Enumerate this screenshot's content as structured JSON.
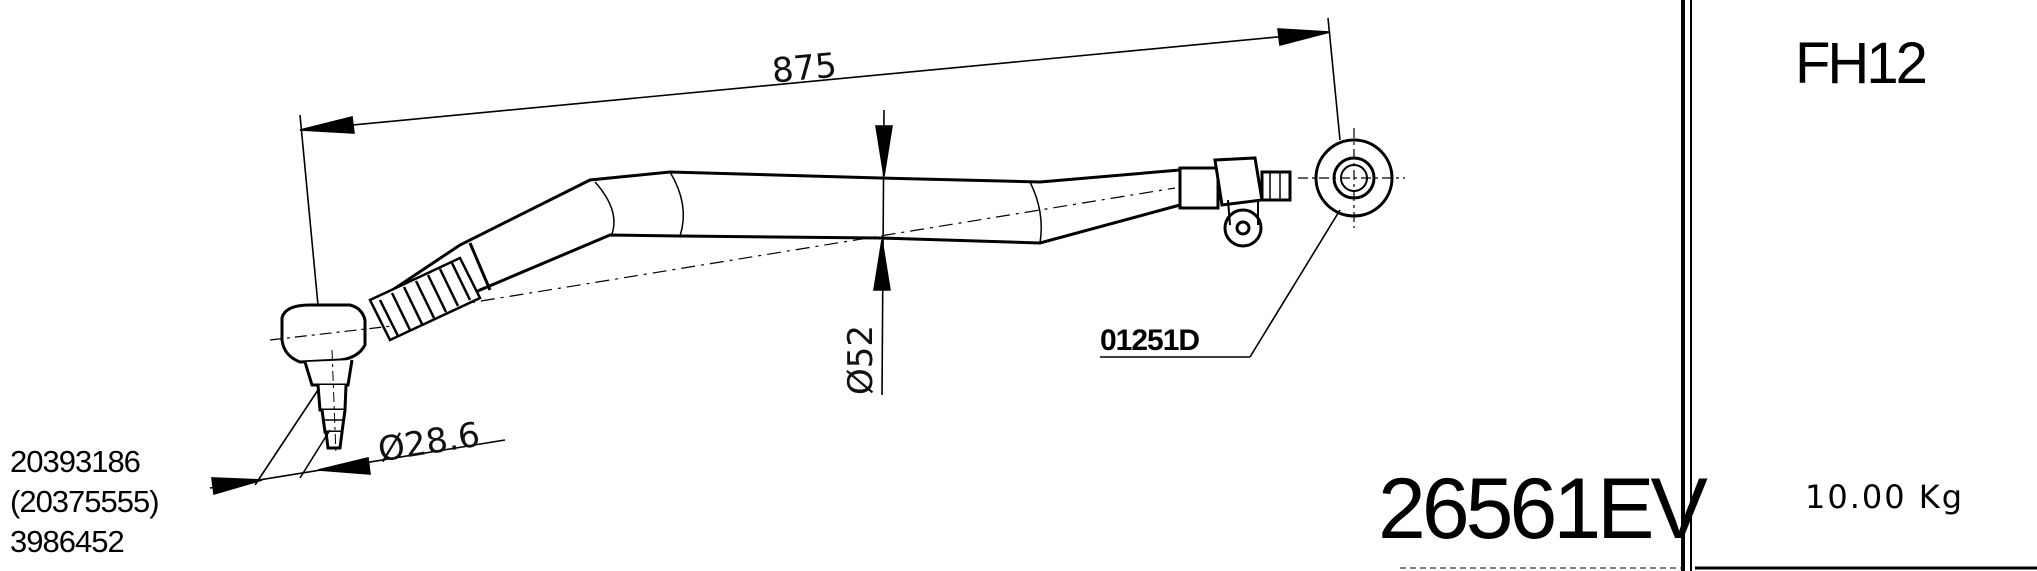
{
  "drawing": {
    "dimensions": {
      "overall_length": "875",
      "tube_diameter": "Ø52",
      "ball_pin_diameter": "Ø28.6"
    },
    "clamp_part_number": "01251D",
    "article_number": "26561EV",
    "oem_numbers": [
      "20393186",
      "(20375555)",
      "3986452"
    ]
  },
  "info_panel": {
    "model": "FH12",
    "weight": "10.00 Kg"
  }
}
